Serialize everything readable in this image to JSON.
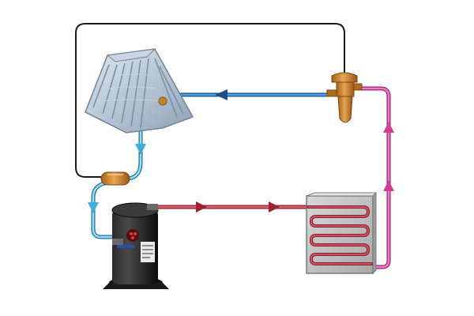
{
  "colors": {
    "background": "#ffffff",
    "control_line": "#1a1a1a",
    "suction_line": "#7fd0ea",
    "liquid_line": "#1f6fb8",
    "discharge_line": "#c43a4f",
    "hot_liquid_line": "#e24fa6",
    "compressor_body": "#141414",
    "expansion_valve": "#c8812b",
    "filter_drier": "#b87830",
    "evaporator_fins": "#9fb4c8",
    "condenser_coil": "#c23a48"
  },
  "components": {
    "evaporator": {
      "icon": "evaporator-coil-icon"
    },
    "compressor": {
      "icon": "scroll-compressor-icon"
    },
    "condenser": {
      "icon": "condenser-coil-icon"
    },
    "expansion_valve": {
      "icon": "thermostatic-expansion-valve-icon"
    },
    "accumulator": {
      "icon": "suction-accumulator-icon"
    }
  },
  "flow_arrows": {
    "suction": "down",
    "liquid": "left",
    "discharge": "right",
    "condenser_outlet": "up"
  }
}
